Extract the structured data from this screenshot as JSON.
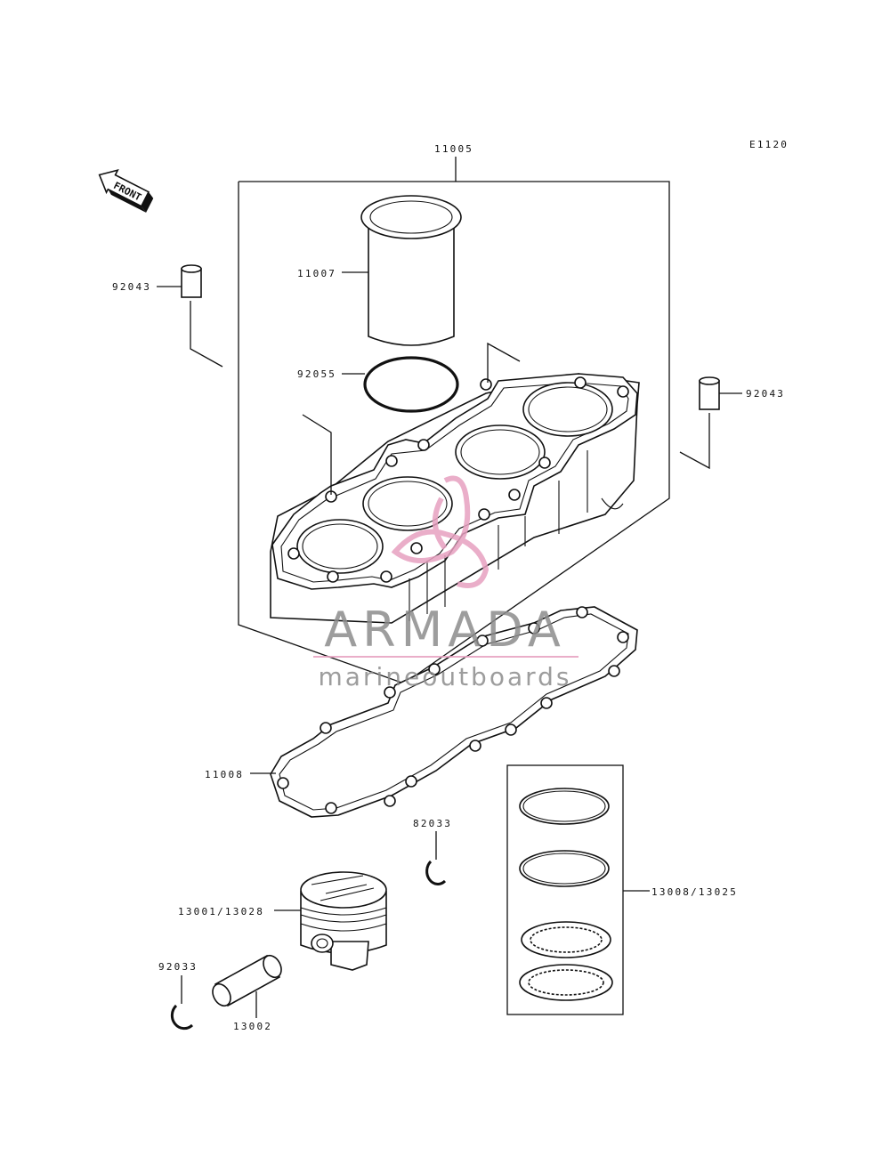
{
  "diagram_code": "E1120",
  "front_arrow_label": "FRONT",
  "parts": {
    "cylinder_block": "11005",
    "cylinder_sleeve": "11007",
    "o_ring": "92055",
    "dowel_pin_left": "92043",
    "dowel_pin_right": "92043",
    "base_gasket": "11008",
    "circlip_upper": "82033",
    "piston": "13001/13028",
    "piston_rings": "13008/13025",
    "circlip_lower": "92033",
    "piston_pin": "13002"
  },
  "watermark": {
    "brand": "ARMADA",
    "tagline": "marineoutboards",
    "colors": {
      "pink": "#e7a1c0",
      "gray": "#8c8c8c"
    }
  }
}
